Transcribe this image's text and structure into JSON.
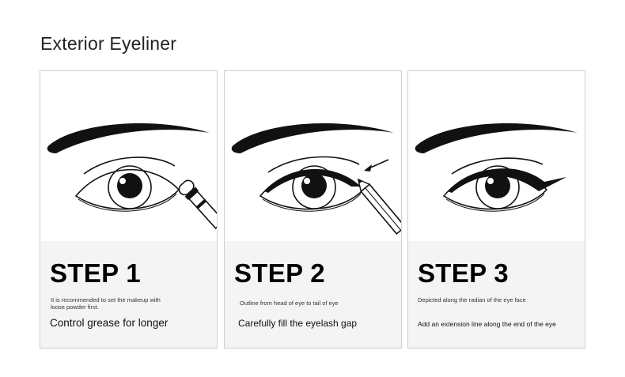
{
  "page": {
    "title": "Exterior Eyeliner"
  },
  "steps": [
    {
      "title": "STEP 1",
      "note": "It is recommended to set the makeup with loose powder first.",
      "description": "Control grease for longer",
      "tool_icon": "brush-icon"
    },
    {
      "title": "STEP 2",
      "note": "Outline from head of eye to tail of eye",
      "description": "Carefully fill the eyelash gap",
      "tool_icon": "eyeliner-pencil-icon"
    },
    {
      "title": "STEP 3",
      "note": "Depicted along the radian of the eye face",
      "description": "Add an extension line along the end of the eye",
      "tool_icon": "winged-liner-icon"
    }
  ],
  "colors": {
    "panel": "#f4f4f4",
    "border": "#cfcfcf",
    "ink": "#111111"
  }
}
